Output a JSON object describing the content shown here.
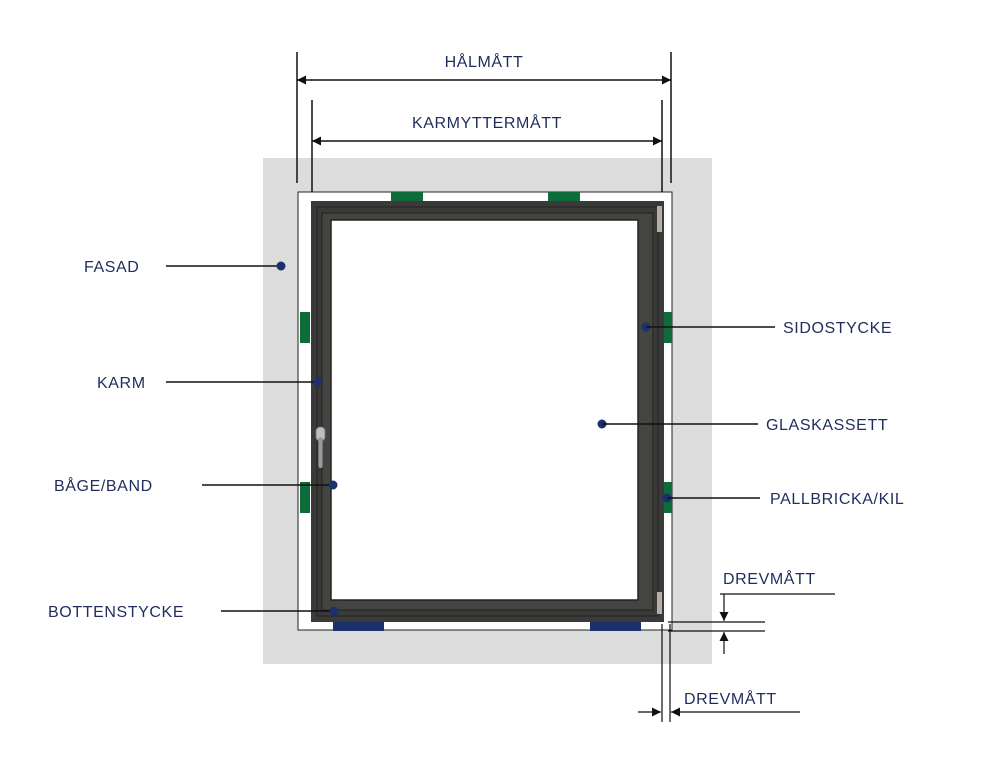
{
  "colors": {
    "label": "#1f2d5c",
    "line": "#111111",
    "facade": "#dcdcdc",
    "frame": "#3a3a38",
    "sash": "#444441",
    "shim_green": "#0e6b3a",
    "shim_blue": "#1c2f6e",
    "hinge": "#b8aea6",
    "handle": "#9a9a9a"
  },
  "dimensions": {
    "hole_width": "HÅLMÅTT",
    "frame_outer_width": "KARMYTTERMÅTT",
    "clearance_bottom": "DREVMÅTT",
    "clearance_side": "DREVMÅTT"
  },
  "labels": {
    "facade": "FASAD",
    "frame": "KARM",
    "sash_hinge": "BÅGE/BAND",
    "bottom_piece": "BOTTENSTYCKE",
    "side_piece": "SIDOSTYCKE",
    "glass_unit": "GLASKASSETT",
    "shim_wedge": "PALLBRICKA/KIL"
  }
}
